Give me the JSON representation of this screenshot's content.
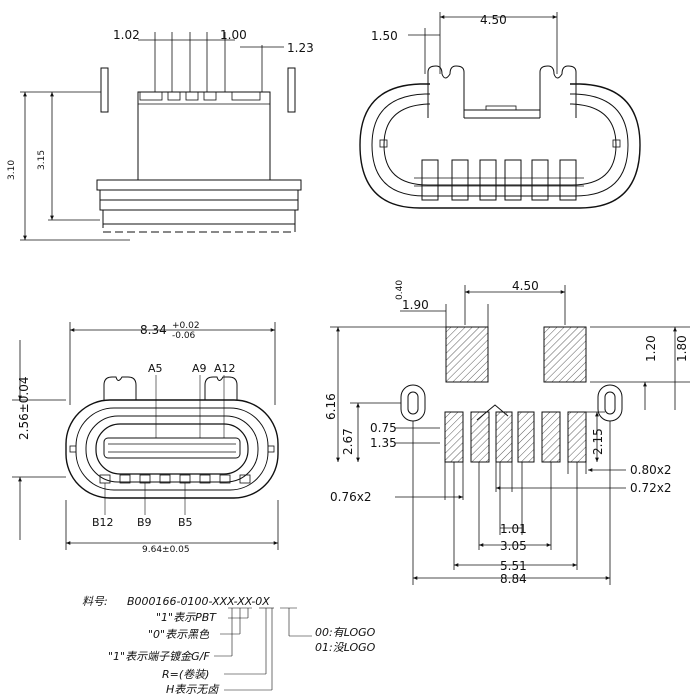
{
  "top_left_view": {
    "dims": [
      "1.02",
      "1.00",
      "1.23"
    ],
    "side_dims": [
      "3.10",
      "3.15"
    ]
  },
  "top_right_view": {
    "dims": [
      "1.50",
      "4.50"
    ]
  },
  "front_view": {
    "width_main": "8.34",
    "width_tol_upper": "+0.02",
    "width_tol_lower": "-0.06",
    "height_dim": "2.56±0.04",
    "pins_top": [
      "A5",
      "A9",
      "A12"
    ],
    "pins_bottom": [
      "B12",
      "B9",
      "B5"
    ],
    "overall_width": "9.64±0.05"
  },
  "footprint": {
    "top_width": "4.50",
    "pad_width": "1.90",
    "hole_dia": "0.40",
    "pad_height": "1.20",
    "pad_height2": "1.80",
    "total_height": "6.16",
    "d075": "0.75",
    "d135": "1.35",
    "d267": "2.67",
    "d215": "2.15",
    "d080x2": "0.80x2",
    "d072x2": "0.72x2",
    "d076x2": "0.76x2",
    "d101": "1.01",
    "d305": "3.05",
    "d551": "5.51",
    "d884": "8.84"
  },
  "part_number": {
    "label": "料号:",
    "code": "B000166-0100-XXX-XX-0X",
    "opt1": "\"1\"表示PBT",
    "opt2": "\"0\"表示黑色",
    "opt3": "\"1\"表示端子镀金G/F",
    "opt4": "R=(卷装)",
    "opt5": "H表示无卤",
    "opt6": "00:有LOGO",
    "opt7": "01:没LOGO"
  }
}
